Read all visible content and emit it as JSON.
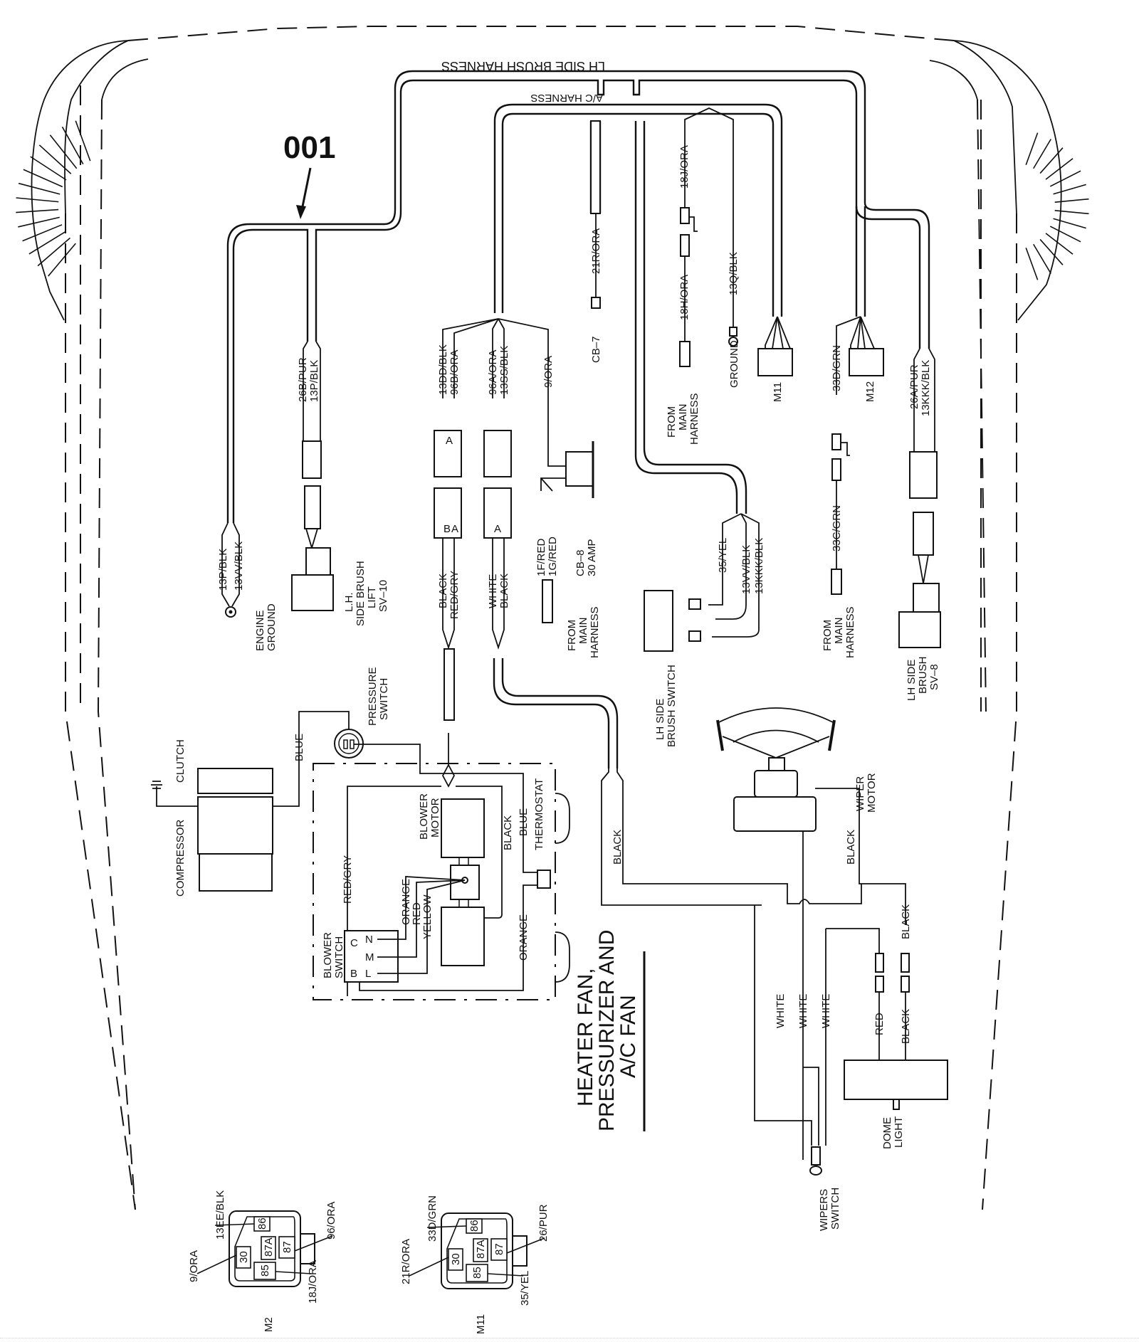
{
  "diagram": {
    "callout": "001",
    "title_lines": [
      "HEATER FAN,",
      "PRESSURIZER AND",
      "A/C FAN"
    ],
    "harnesses": {
      "lh_side_brush": "LH SIDE BRUSH HARNESS",
      "ac": "A/C HARNESS"
    },
    "wires": {
      "w13p_blk": "13P/BLK",
      "w13vv_blk": "13VV/BLK",
      "w26b_pur": "26B/PUR",
      "w13p_blk_b": "13P/BLK",
      "w13dd_blk": "13DD/BLK",
      "w96b_ora": "96B/ORA",
      "w96a_ora": "96A/ORA",
      "w13ss_blk": "13SS/BLK",
      "w9_ora": "9/ORA",
      "w21r_ora": "21R/ORA",
      "w18j_ora": "18J/ORA",
      "w18h_ora": "18H/ORA",
      "w13q_blk": "13Q/BLK",
      "w33d_grn": "33D/GRN",
      "w33c_grn": "33C/GRN",
      "w26a_pur": "26A/PUR",
      "w13kkk_blk": "13KKK/BLK",
      "w35_yel": "35/YEL",
      "w13vv_blk_b": "13VV/BLK",
      "w13kkk_blk_b": "13KKK/BLK",
      "w1f_red": "1F/RED",
      "w1g_red": "1G/RED",
      "black": "BLACK",
      "red_gry": "RED/GRY",
      "white": "WHITE",
      "black2": "BLACK",
      "blue": "BLUE",
      "red_gry2": "RED/GRY",
      "orange": "ORANGE",
      "red": "RED",
      "yellow": "YELLOW",
      "black3": "BLACK",
      "blue2": "BLUE",
      "orange2": "ORANGE",
      "black4": "BLACK",
      "black5": "BLACK",
      "black6": "BLACK",
      "white1": "WHITE",
      "white2": "WHITE",
      "white3": "WHITE",
      "red2": "RED",
      "black7": "BLACK"
    },
    "components": {
      "engine_ground": [
        "ENGINE",
        "GROUND"
      ],
      "sv10": [
        "L.H.",
        "SIDE BRUSH",
        "LIFT",
        "SV–10"
      ],
      "cb7": "CB–7",
      "cb8": [
        "CB–8",
        "30 AMP"
      ],
      "from_main_1": [
        "FROM",
        "MAIN",
        "HARNESS"
      ],
      "from_main_2": [
        "FROM",
        "MAIN",
        "HARNESS"
      ],
      "from_main_3": [
        "FROM",
        "MAIN",
        "HARNESS"
      ],
      "ground": "GROUND",
      "m11": "M11",
      "m12": "M12",
      "lh_side_brush_switch": [
        "LH SIDE",
        "BRUSH SWITCH"
      ],
      "sv8": [
        "LH SIDE",
        "BRUSH",
        "SV–8"
      ],
      "pressure_switch": [
        "PRESSURE",
        "SWITCH"
      ],
      "clutch": "CLUTCH",
      "compressor": "COMPRESSOR",
      "blower_motor": [
        "BLOWER",
        "MOTOR"
      ],
      "thermostat": "THERMOSTAT",
      "blower_switch": [
        "BLOWER",
        "SWITCH"
      ],
      "switch_pins": [
        "N",
        "M",
        "L",
        "C",
        "B"
      ],
      "wiper_motor": [
        "WIPER",
        "MOTOR"
      ],
      "dome_light": [
        "DOME",
        "LIGHT"
      ],
      "wipers_switch": [
        "WIPERS",
        "SWITCH"
      ],
      "conn_pins": [
        "A",
        "B"
      ]
    },
    "relays": [
      {
        "name": "M2",
        "pins": [
          "86",
          "30",
          "87A",
          "87",
          "85"
        ],
        "wires": {
          "p86": "13EE/BLK",
          "p30": "9/ORA",
          "p87": "96/ORA",
          "p85": "18J/ORA"
        }
      },
      {
        "name": "M11",
        "pins": [
          "86",
          "30",
          "87A",
          "87",
          "85"
        ],
        "wires": {
          "p86": "33D/GRN",
          "p30": "21R/ORA",
          "p87": "26/PUR",
          "p85": "35/YEL"
        }
      }
    ]
  }
}
